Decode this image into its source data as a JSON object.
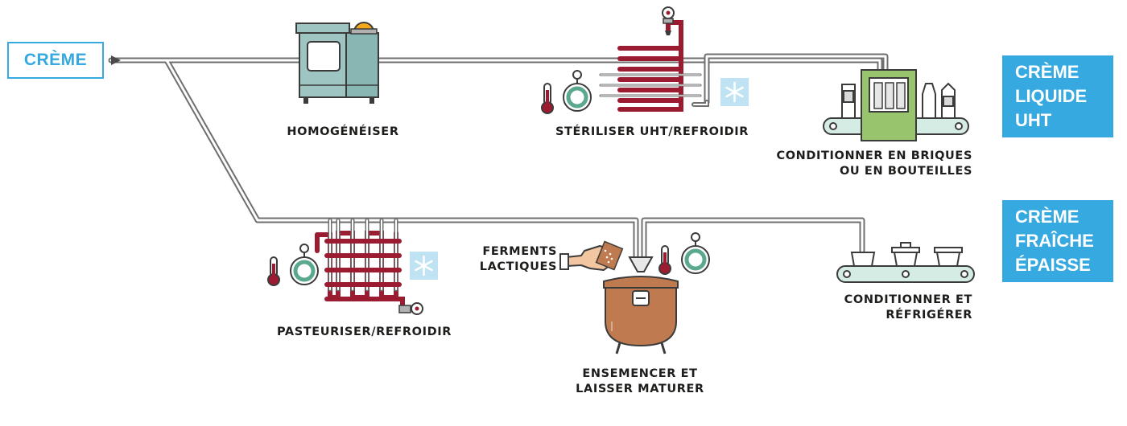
{
  "diagram": {
    "input": "CRÈME",
    "outputs": {
      "uht": [
        "CRÈME",
        "LIQUIDE",
        "UHT"
      ],
      "fraiche": [
        "CRÈME",
        "FRAÎCHE",
        "ÉPAISSE"
      ]
    },
    "steps": {
      "homogenise": "HOMOGÉNÉISER",
      "sterilise": "STÉRILISER UHT/REFROIDIR",
      "package_uht": [
        "CONDITIONNER EN BRIQUES",
        "OU EN BOUTEILLES"
      ],
      "pasteurise": "PASTEURISER/REFROIDIR",
      "ferments": [
        "FERMENTS",
        "LACTIQUES"
      ],
      "seed_mature": [
        "ENSEMENCER ET",
        "LAISSER MATURER"
      ],
      "package_fresh": [
        "CONDITIONNER ET",
        "RÉFRIGÉRER"
      ]
    },
    "icons": {
      "homogeniser": "homogenizer-machine-icon",
      "heat_exchanger": "heat-exchanger-icon",
      "thermometer": "thermometer-icon",
      "timer": "stopwatch-icon",
      "cold": "snowflake-icon",
      "packaging_machine": "packaging-machine-icon",
      "conveyor": "conveyor-belt-icon",
      "hand": "hand-pouring-icon",
      "tank": "maturation-tank-icon"
    },
    "colors": {
      "accent_blue": "#36a9e1",
      "pipe_grey": "#6f6f6f",
      "heat_red": "#9b1b30",
      "machine_teal": "#9ec5c2",
      "packaging_green": "#99c46e",
      "tank_brown": "#c07a4f",
      "conveyor_mint": "#d5ece4"
    }
  }
}
